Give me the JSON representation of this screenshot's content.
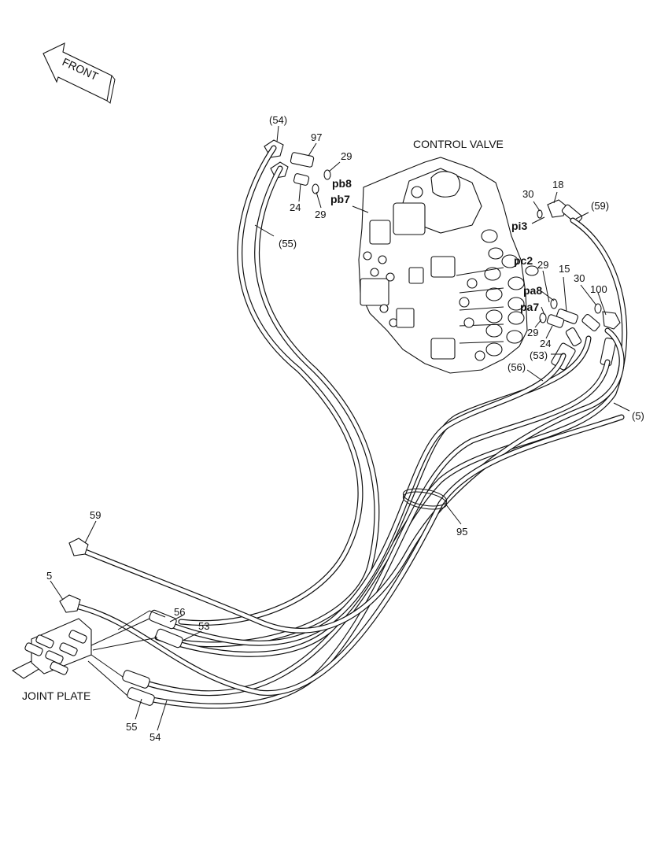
{
  "arrow": {
    "text": "FRONT"
  },
  "titles": {
    "control_valve": "CONTROL VALVE",
    "joint_plate": "JOINT PLATE"
  },
  "callouts": {
    "c54p": "(54)",
    "c97": "97",
    "c29a": "29",
    "c24a": "24",
    "c29b": "29",
    "pb8": "pb8",
    "pb7": "pb7",
    "c55p": "(55)",
    "c30a": "30",
    "c18": "18",
    "c59p": "(59)",
    "pi3": "pi3",
    "pc2": "pc2",
    "c29c": "29",
    "c15": "15",
    "c30b": "30",
    "c100": "100",
    "pa8": "pa8",
    "pa7": "pa7",
    "c29d": "29",
    "c24b": "24",
    "c53p": "(53)",
    "c56p": "(56)",
    "c5p": "(5)",
    "c95": "95",
    "c59": "59",
    "c5": "5",
    "c56": "56",
    "c53": "53",
    "c55": "55",
    "c54": "54"
  }
}
